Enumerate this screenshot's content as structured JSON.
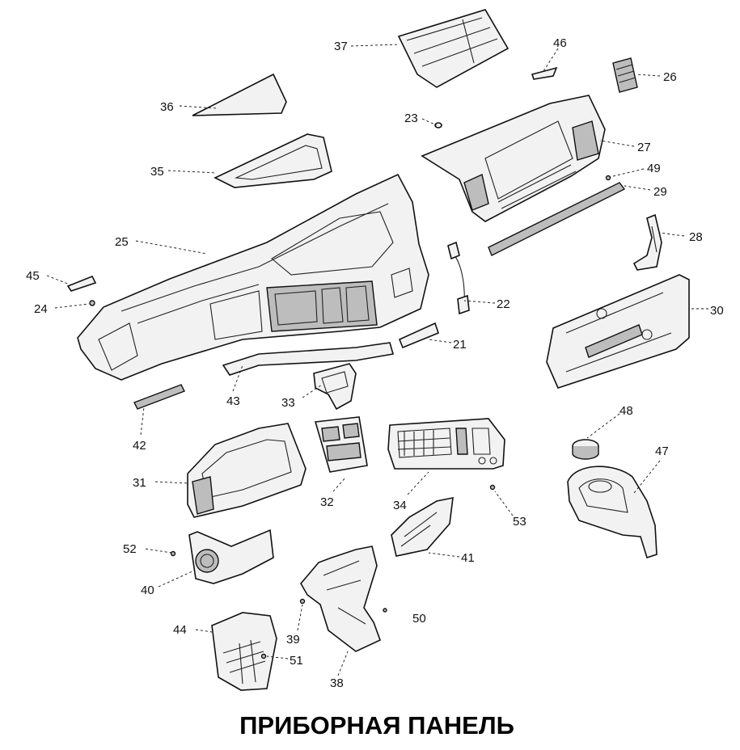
{
  "title": "ПРИБОРНАЯ ПАНЕЛЬ",
  "callouts": {
    "p21": "21",
    "p22": "22",
    "p23": "23",
    "p24": "24",
    "p25": "25",
    "p26": "26",
    "p27": "27",
    "p28": "28",
    "p29": "29",
    "p30": "30",
    "p31": "31",
    "p32": "32",
    "p33": "33",
    "p34": "34",
    "p35": "35",
    "p36": "36",
    "p37": "37",
    "p38": "38",
    "p39": "39",
    "p40": "40",
    "p41": "41",
    "p42": "42",
    "p43": "43",
    "p44": "44",
    "p45": "45",
    "p46": "46",
    "p47": "47",
    "p48": "48",
    "p49": "49",
    "p50": "50",
    "p51": "51",
    "p52": "52",
    "p53": "53"
  }
}
